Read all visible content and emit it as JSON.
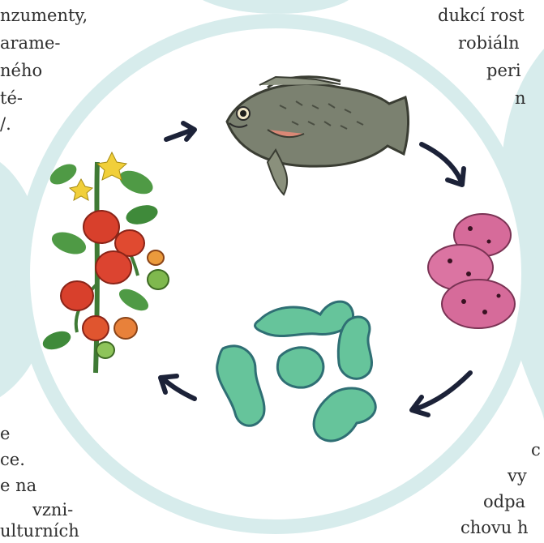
{
  "colors": {
    "page_tint": "#d7ecec",
    "circle": "#ffffff",
    "arrow": "#1c2238",
    "tomato": "#d8402c",
    "leaf": "#3f8a3a",
    "flower": "#f1cf3a",
    "fish": "#6f7565",
    "potato": "#d66b9a",
    "bacteria": "#5fb892"
  },
  "text_left": [
    "nzumenty,",
    "arame-",
    "ného",
    "té-",
    "/.",
    "e",
    "ce.",
    "e na",
    "vzni-",
    "ulturních"
  ],
  "text_right": [
    "dukcí rost",
    "robiáln",
    "peri",
    "n",
    "c",
    "vy",
    "odpa",
    "chovu h"
  ],
  "diagram": {
    "items": [
      "fish",
      "potatoes",
      "bacteria",
      "tomato-plant"
    ],
    "arrows": 4
  }
}
